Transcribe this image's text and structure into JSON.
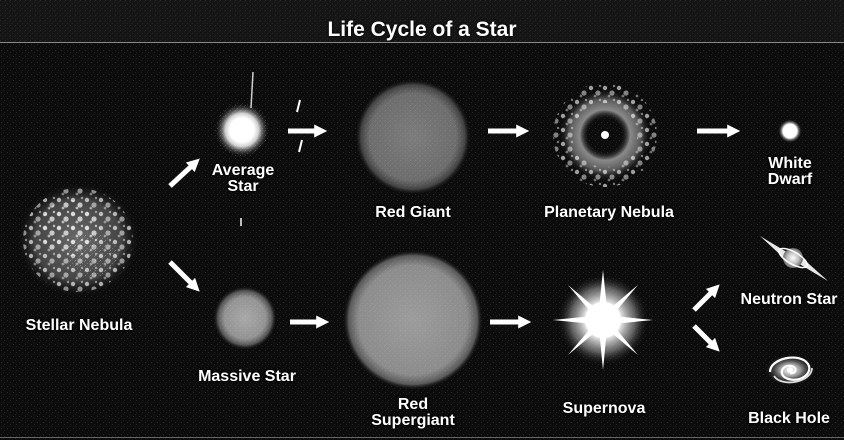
{
  "title": "Life Cycle of a Star",
  "stages": {
    "stellar_nebula": "Stellar Nebula",
    "average_star": [
      "Average",
      "Star"
    ],
    "red_giant": "Red Giant",
    "planetary_nebula": "Planetary Nebula",
    "white_dwarf": [
      "White",
      "Dwarf"
    ],
    "massive_star": "Massive Star",
    "red_supergiant": [
      "Red",
      "Supergiant"
    ],
    "supernova": "Supernova",
    "neutron_star": "Neutron Star",
    "black_hole": "Black Hole"
  },
  "colors": {
    "background": "#0c0c0c",
    "text": "#ffffff",
    "arrow": "#ffffff",
    "star_glow": "#9a9a9a"
  },
  "icons": {
    "arrow": "arrow-icon",
    "neutron_star": "pulsar-icon",
    "black_hole": "spiral-galaxy-icon"
  }
}
